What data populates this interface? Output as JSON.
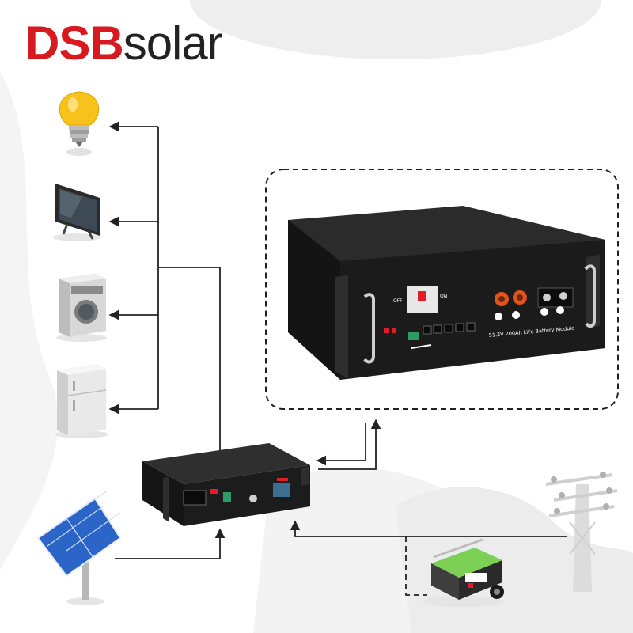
{
  "brand": {
    "name": "DSB",
    "suffix": "solar",
    "brand_color": "#d71920",
    "suffix_color": "#222222"
  },
  "battery": {
    "switch_off_label": "OFF",
    "switch_on_label": "ON",
    "module_label": "51.2V 200Ah LiFe Battery Module"
  },
  "icons": [
    "light-bulb-icon",
    "tv-icon",
    "washing-machine-icon",
    "refrigerator-icon",
    "solar-panel-icon",
    "generator-icon",
    "power-pole-icon",
    "inverter-icon",
    "battery-module-icon"
  ],
  "colors": {
    "line": "#222222",
    "background_blob": "#f0f0f0",
    "battery_body": "#1b1b1b",
    "terminal_orange": "#e2541b",
    "breaker_red": "#e11d2a"
  }
}
